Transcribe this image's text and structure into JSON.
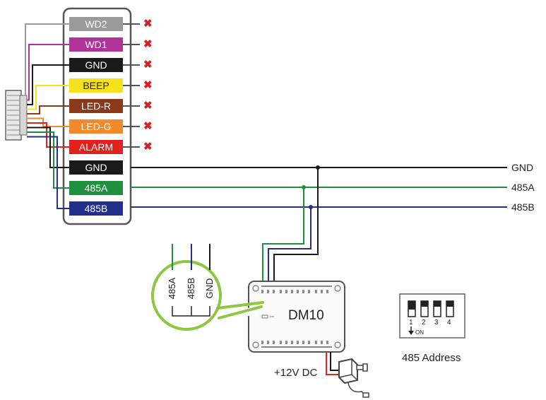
{
  "reader": {
    "pins": [
      {
        "label": "WD2",
        "color": "#9a9a9a",
        "connected": false
      },
      {
        "label": "WD1",
        "color": "#b0339a",
        "connected": false
      },
      {
        "label": "GND",
        "color": "#1a1a1a",
        "connected": false
      },
      {
        "label": "BEEP",
        "color": "#f5e21c",
        "text_color": "#222222",
        "connected": false
      },
      {
        "label": "LED-R",
        "color": "#8a3a1a",
        "connected": false
      },
      {
        "label": "LED-G",
        "color": "#f08a2a",
        "connected": false
      },
      {
        "label": "ALARM",
        "color": "#e2201c",
        "connected": false
      },
      {
        "label": "GND",
        "color": "#1a1a1a",
        "connected": true
      },
      {
        "label": "485A",
        "color": "#1e8f3e",
        "connected": true
      },
      {
        "label": "485B",
        "color": "#22308a",
        "connected": true
      }
    ],
    "not_connected_icon": "x-mark-icon",
    "not_connected_glyph": "✖"
  },
  "bus": {
    "gnd_label": "GND",
    "a_label": "485A",
    "b_label": "485B"
  },
  "callout": {
    "labels": [
      "485A",
      "485B",
      "GND"
    ],
    "circle_color": "#8dc63f"
  },
  "module": {
    "name": "DM10",
    "power_label": "+12V DC"
  },
  "dip_switch": {
    "numbers": [
      "1",
      "2",
      "3",
      "4"
    ],
    "on_label": "ON",
    "caption": "485 Address"
  },
  "colors": {
    "gnd": "#1a1a1a",
    "a485": "#1e8f3e",
    "b485": "#22308a",
    "power_red": "#e2201c"
  }
}
